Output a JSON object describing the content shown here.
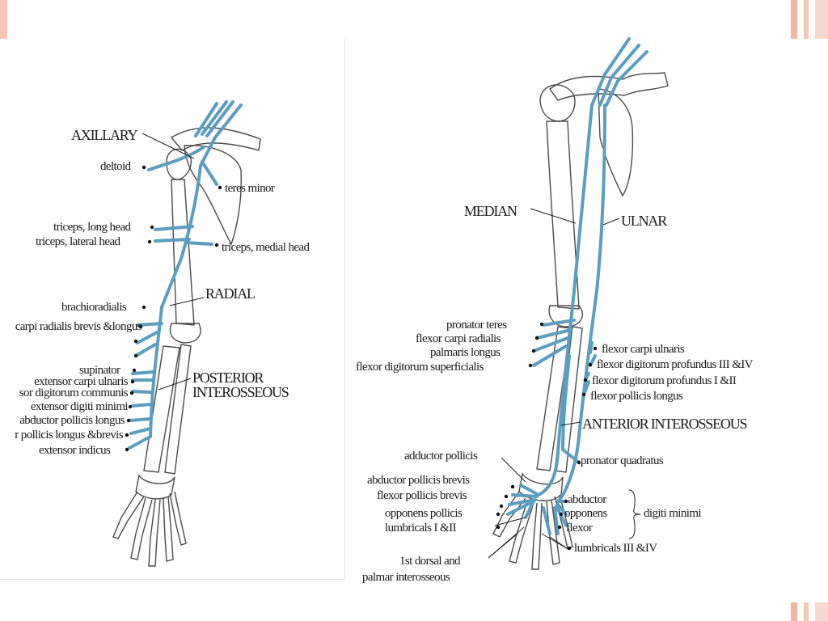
{
  "left_diagram": {
    "nerve_main": "AXILLARY",
    "nerve_radial": "RADIAL",
    "nerve_posterior": [
      "POSTERIOR",
      "INTEROSSEOUS"
    ],
    "muscles": {
      "deltoid": "deltoid",
      "teres_minor": "teres minor",
      "triceps_long": "triceps, long head",
      "triceps_lateral": "triceps, lateral head",
      "triceps_medial": "triceps, medial head",
      "brachioradialis": "brachioradialis",
      "ecr": "carpi radialis brevis &longus",
      "supinator": "supinator",
      "ecu": "extensor carpi ulnaris",
      "edc": "sor digitorum communis",
      "edm": "extensor digiti minimi",
      "apl": "abductor pollicis longus",
      "epl": "r pollicis longus &brevis",
      "ei": "extensor indicus"
    }
  },
  "right_diagram": {
    "nerve_median": "MEDIAN",
    "nerve_ulnar": "ULNAR",
    "nerve_anterior": "ANTERIOR INTEROSSEOUS",
    "muscles": {
      "pronator_teres": "pronator teres",
      "fcr": "flexor carpi radialis",
      "palmaris": "palmaris longus",
      "fds": "flexor digitorum superficialis",
      "fcu": "flexor carpi ulnaris",
      "fdp34": "flexor digitorum profundus III &IV",
      "fdp12": "flexor digitorum profundus I &II",
      "fpl": "flexor pollicis longus",
      "pronator_quadratus": "pronator quadratus",
      "adductor_pollicis": "adductor pollicis",
      "apb": "abductor pollicis brevis",
      "fpb": "flexor pollicis brevis",
      "op": "opponens pollicis",
      "lumb12": "lumbricals I &II",
      "abductor": "abductor",
      "opponens": "opponens",
      "flexor": "flexor",
      "digiti_minimi": "digiti minimi",
      "lumb34": "lumbricals III &IV",
      "interosseous": [
        "1st dorsal and",
        "palmar interosseous"
      ]
    }
  },
  "colors": {
    "nerve": "#5b9ec0",
    "accent_stripe": "#f3b6a1",
    "bone_outline": "#4a4a4a"
  }
}
